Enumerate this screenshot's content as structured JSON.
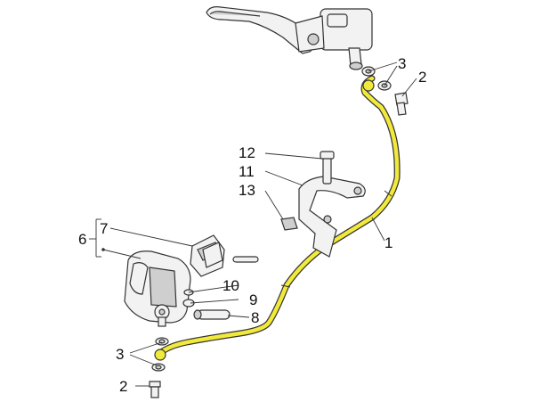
{
  "diagram": {
    "callouts": {
      "c1": "1",
      "c2_top": "2",
      "c2_bottom": "2",
      "c3_top": "3",
      "c3_bottom": "3",
      "c6": "6",
      "c7": "7",
      "c8": "8",
      "c9": "9",
      "c10": "10",
      "c11": "11",
      "c12": "12",
      "c13": "13"
    },
    "colors": {
      "hose_highlight": "#f2ea3a",
      "line": "#333333",
      "part_fill": "#f2f2f2"
    }
  }
}
